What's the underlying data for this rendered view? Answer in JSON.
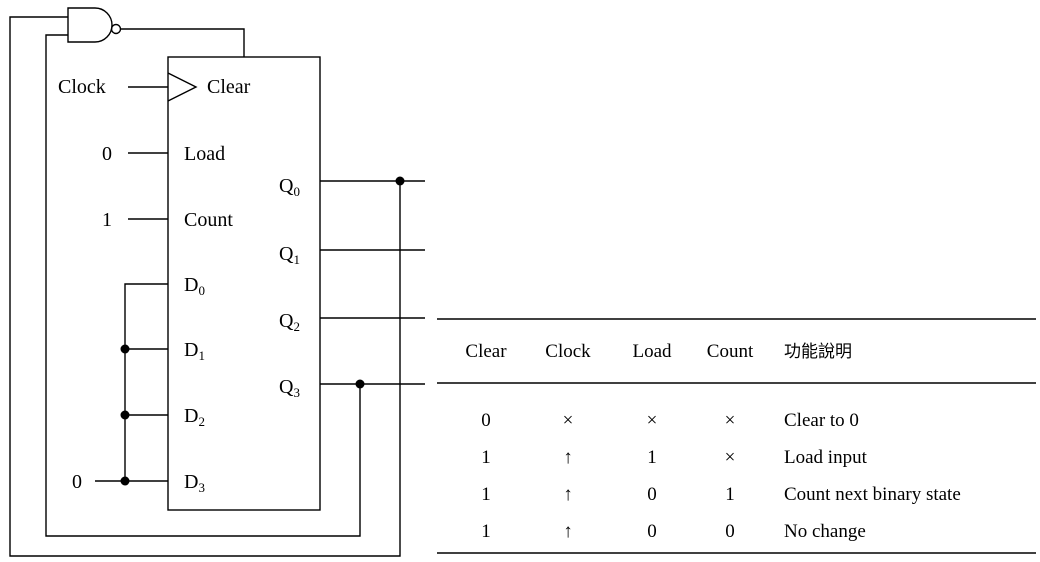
{
  "circuit": {
    "clock_label": "Clock",
    "clear_label": "Clear",
    "load_label": "Load",
    "count_label": "Count",
    "load_value": "0",
    "count_value": "1",
    "d3_value": "0",
    "inputs": [
      {
        "base": "D",
        "sub": "0"
      },
      {
        "base": "D",
        "sub": "1"
      },
      {
        "base": "D",
        "sub": "2"
      },
      {
        "base": "D",
        "sub": "3"
      }
    ],
    "outputs": [
      {
        "base": "Q",
        "sub": "0"
      },
      {
        "base": "Q",
        "sub": "1"
      },
      {
        "base": "Q",
        "sub": "2"
      },
      {
        "base": "Q",
        "sub": "3"
      }
    ],
    "gate_type": "NAND"
  },
  "function_table": {
    "headers": [
      "Clear",
      "Clock",
      "Load",
      "Count",
      "功能說明"
    ],
    "rows": [
      {
        "clear": "0",
        "clock": "×",
        "load": "×",
        "count": "×",
        "desc": "Clear to 0"
      },
      {
        "clear": "1",
        "clock": "↑",
        "load": "1",
        "count": "×",
        "desc": "Load input"
      },
      {
        "clear": "1",
        "clock": "↑",
        "load": "0",
        "count": "1",
        "desc": "Count next binary state"
      },
      {
        "clear": "1",
        "clock": "↑",
        "load": "0",
        "count": "0",
        "desc": "No change"
      }
    ]
  }
}
